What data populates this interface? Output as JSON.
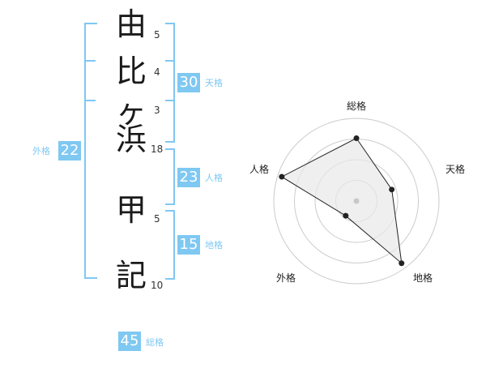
{
  "name_chars": [
    {
      "char": "由",
      "strokes": "5"
    },
    {
      "char": "比",
      "strokes": "4"
    },
    {
      "char": "ヶ",
      "strokes": "3"
    },
    {
      "char": "浜",
      "strokes": "18"
    },
    {
      "char": "甲",
      "strokes": "5"
    },
    {
      "char": "記",
      "strokes": "10"
    }
  ],
  "scores": {
    "tenkaku": {
      "value": "30",
      "label": "天格"
    },
    "jinkaku": {
      "value": "23",
      "label": "人格"
    },
    "chikaku": {
      "value": "15",
      "label": "地格"
    },
    "gaikaku": {
      "value": "22",
      "label": "外格"
    },
    "soukaku": {
      "value": "45",
      "label": "総格"
    }
  },
  "colors": {
    "accent": "#7fc8f2",
    "radar_line": "#222222",
    "radar_fill": "#e8e8e8",
    "ring": "#cccccc"
  },
  "chart_data": {
    "type": "radar",
    "axes": [
      "総格",
      "天格",
      "地格",
      "外格",
      "人格"
    ],
    "values": [
      0.76,
      0.45,
      0.93,
      0.22,
      0.95
    ],
    "max": 1
  }
}
